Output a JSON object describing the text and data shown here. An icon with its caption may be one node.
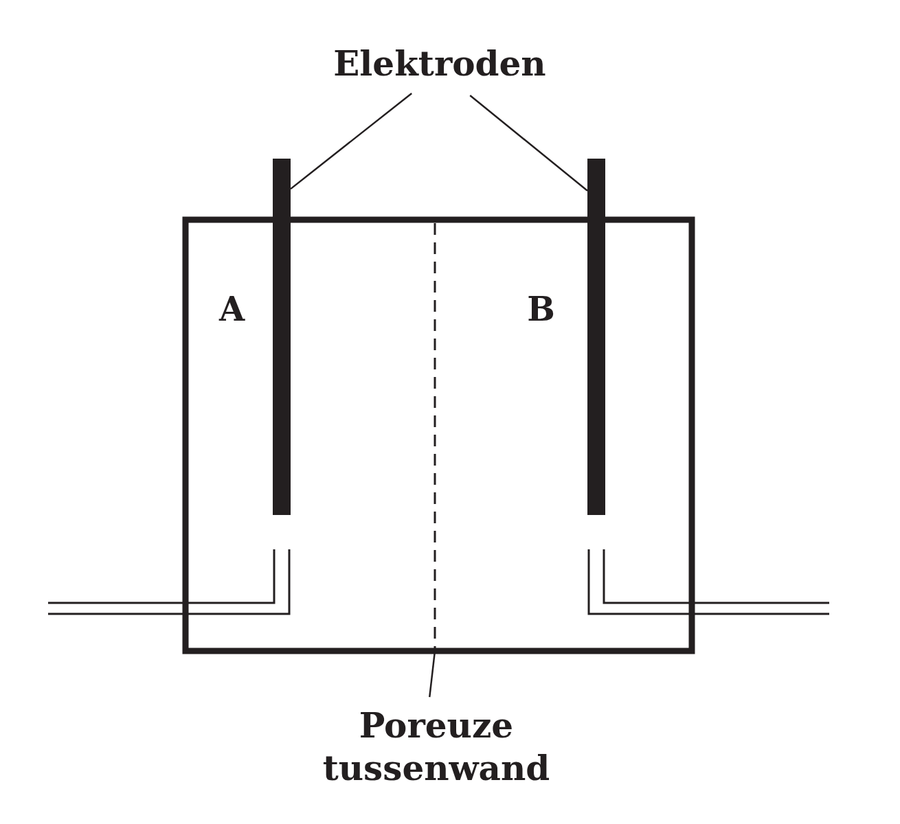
{
  "diagram": {
    "nodes": [
      {
        "text": [
          "Elektroden"
        ]
      },
      {
        "text": [],
        "shape": "bar"
      },
      {
        "text": [],
        "shape": "bar"
      },
      {
        "text": [
          "Poreuze tussenwand"
        ]
      },
      {
        "text": [],
        "shape": "line"
      }
    ],
    "edges": [
      {
        "from": 0,
        "to": 1,
        "arrow": "none"
      },
      {
        "from": 0,
        "to": 2,
        "arrow": "none"
      },
      {
        "from": 3,
        "to": 4,
        "arrow": "none"
      }
    ],
    "labels": [
      "A",
      "B"
    ]
  }
}
